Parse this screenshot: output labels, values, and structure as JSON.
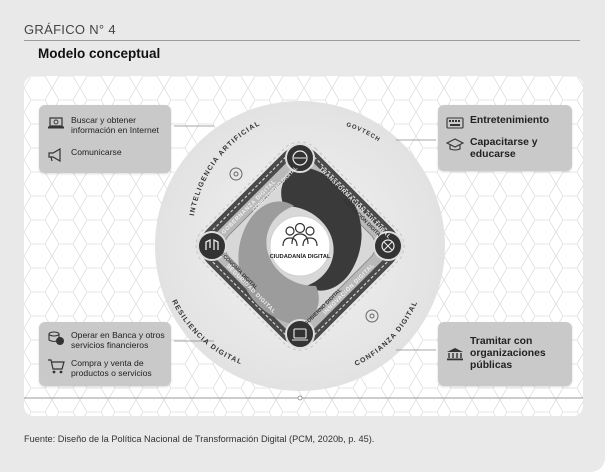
{
  "header": {
    "title": "GRÁFICO N° 4",
    "subtitle": "Modelo conceptual"
  },
  "left_top_box": {
    "items": [
      {
        "label": "Buscar y obtener información en Internet",
        "icon": "laptop-icon"
      },
      {
        "label": "Comunicarse",
        "icon": "megaphone-icon"
      }
    ]
  },
  "left_bottom_box": {
    "items": [
      {
        "label": "Operar en Banca y otros servicios financieros",
        "icon": "coins-icon"
      },
      {
        "label": "Compra y venta de productos o servicios",
        "icon": "cart-icon"
      }
    ]
  },
  "right_top_box": {
    "items": [
      {
        "label": "Entretenimiento",
        "icon": "keyboard-icon"
      },
      {
        "label": "Capacitarse y educarse",
        "icon": "mortarboard-icon"
      }
    ]
  },
  "right_bottom_box": {
    "items": [
      {
        "label": "Tramitar con organizaciones públicas",
        "icon": "government-building-icon"
      }
    ]
  },
  "diagram": {
    "outer_labels": {
      "top_left": "INTELIGENCIA ARTIFICIAL",
      "top_right": "GOVTECH",
      "bottom_left": "RESILIENCIA DIGITAL",
      "bottom_right": "CONFIANZA DIGITAL"
    },
    "ring_labels": {
      "top_left": "GOBERNANZA DIGITAL",
      "top_right": "TRANSFORMACIÓN CULTURAL",
      "bottom_left": "SEGURIDAD DIGITAL",
      "bottom_right": "INNOVACIÓN DIGITAL"
    },
    "inner_labels": {
      "top": "CONECTIVIDAD DIGITAL",
      "right": "EDUCACIÓN DIGITAL",
      "left": "ECONOMÍA DIGITAL",
      "bottom": "GOBIERNO DIGITAL"
    },
    "center_label": "CIUDADANÍA DIGITAL"
  },
  "colors": {
    "card_bg": "#e9e9e9",
    "box_fill": "#c9c9c9",
    "frame_dark": "#4a4a4a",
    "swirl_dark": "#3a3a3a",
    "swirl_light": "#9c9c9c"
  },
  "source": "Fuente: Diseño de la Política Nacional de Transformación Digital (PCM, 2020b, p. 45)."
}
